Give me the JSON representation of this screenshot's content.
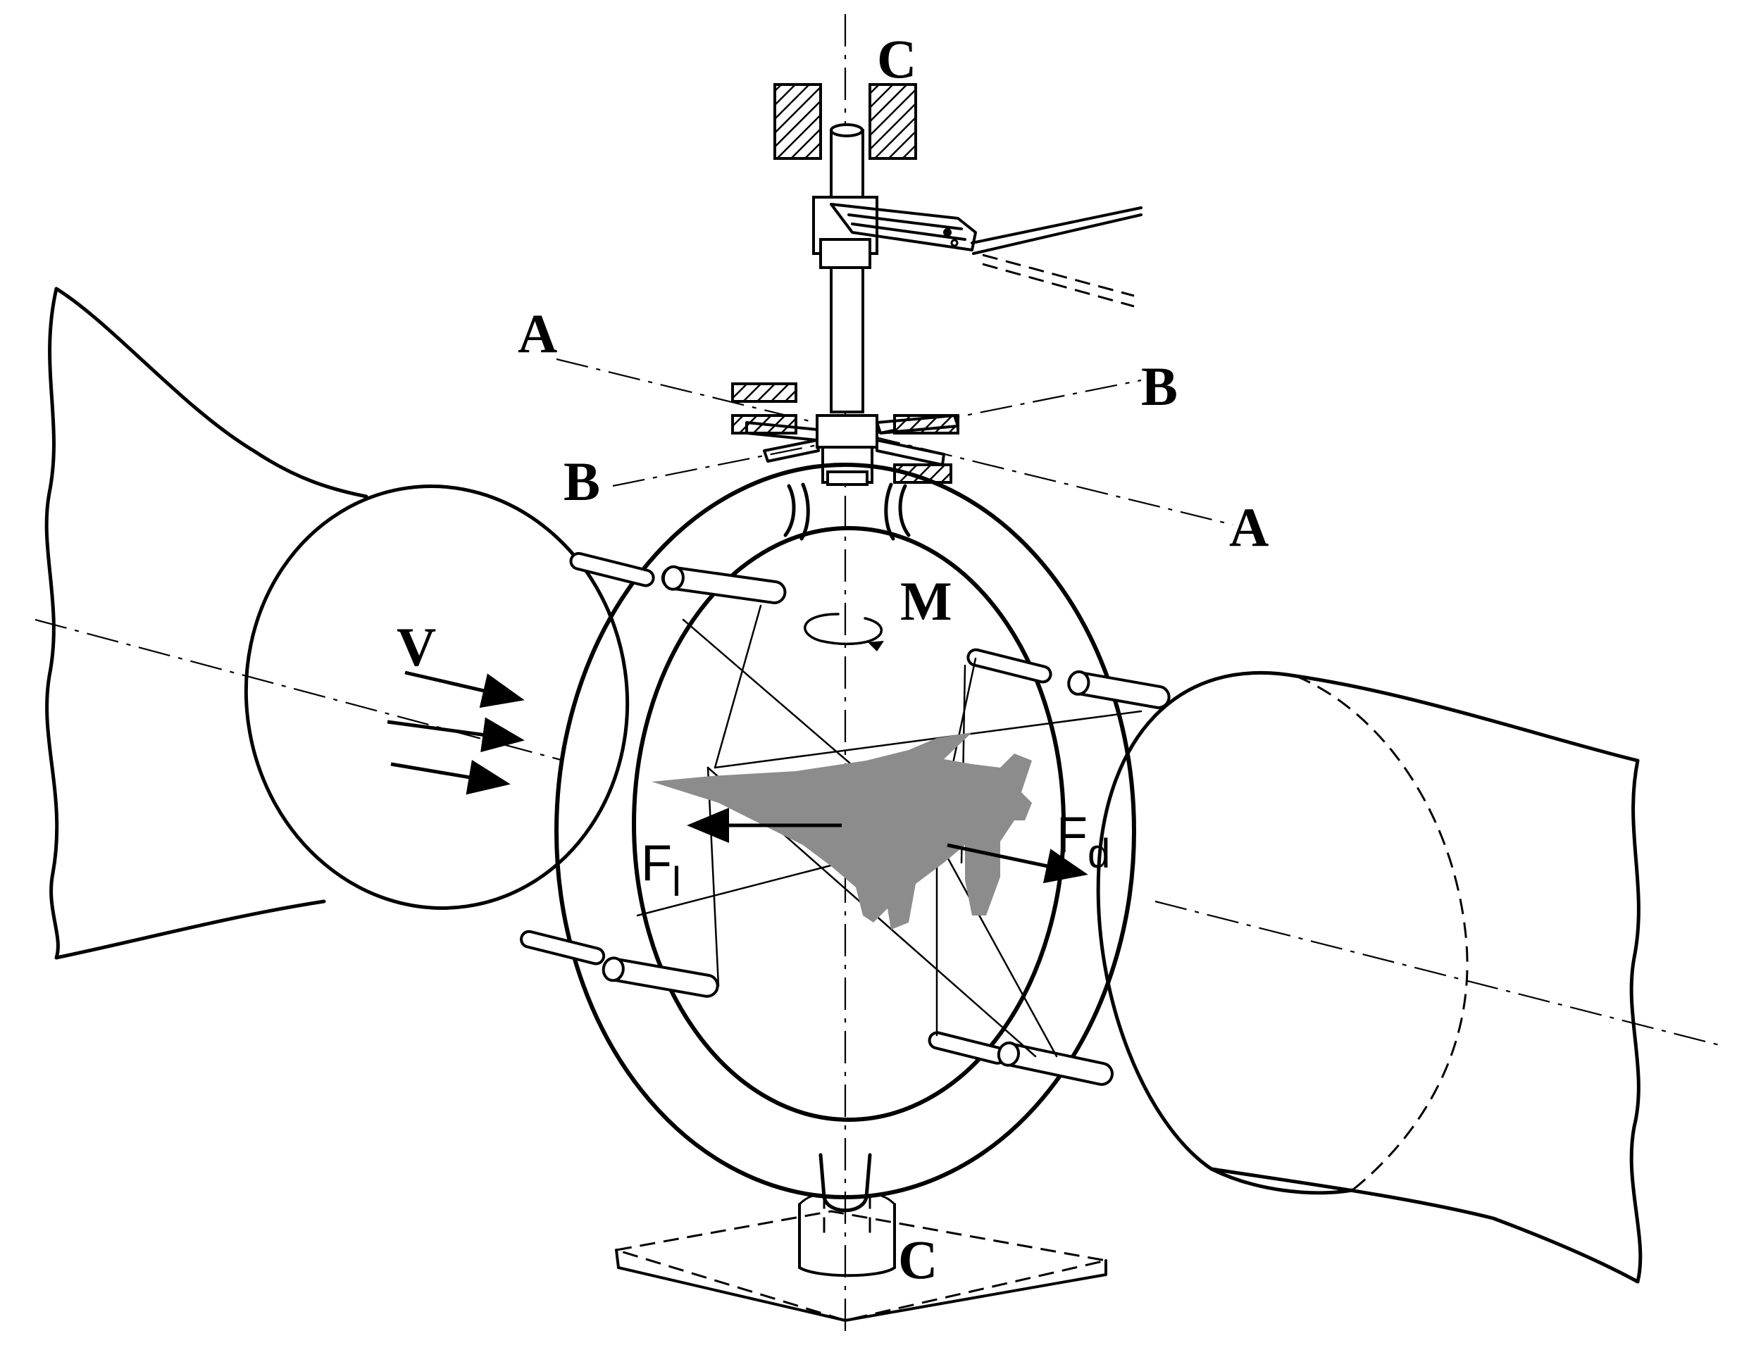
{
  "labels": {
    "c_top": "C",
    "a_left": "A",
    "b_right": "B",
    "b_left": "B",
    "a_right": "A",
    "m": "M",
    "v": "V",
    "fl_main": "F",
    "fl_sub": "l",
    "fd_main": "F",
    "fd_sub": "d",
    "c_bottom": "C"
  },
  "colors": {
    "ink": "#000000",
    "aircraft": "#8c8c8c",
    "background": "#ffffff"
  },
  "icons": {
    "rotation": "curved-arrow-icon"
  }
}
